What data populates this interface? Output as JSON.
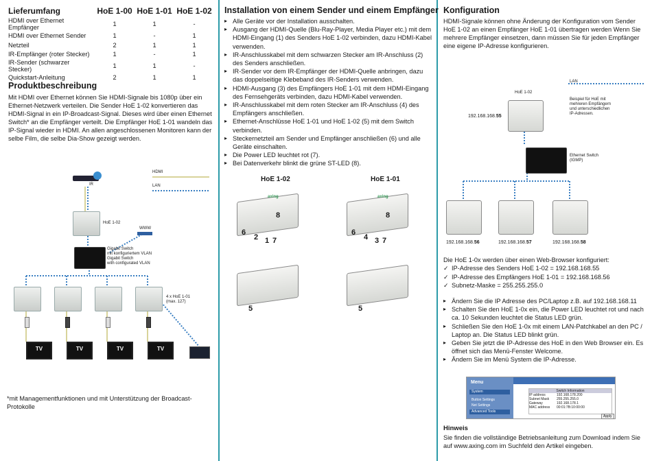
{
  "scope": {
    "heading": "Lieferumfang",
    "cols": [
      "HoE 1-00",
      "HoE 1-01",
      "HoE 1-02"
    ],
    "rows": [
      {
        "label": "HDMI over Ethernet Empfänger",
        "v": [
          "1",
          "1",
          "-"
        ]
      },
      {
        "label": "HDMI over Ethernet Sender",
        "v": [
          "1",
          "-",
          "1"
        ]
      },
      {
        "label": "Netzteil",
        "v": [
          "2",
          "1",
          "1"
        ]
      },
      {
        "label": "IR-Empfänger (roter Stecker)",
        "v": [
          "1",
          "-",
          "1"
        ]
      },
      {
        "label": "IR-Sender (schwarzer Stecker)",
        "v": [
          "1",
          "1",
          "-"
        ]
      },
      {
        "label": "Quickstart-Anleitung",
        "v": [
          "2",
          "1",
          "1"
        ]
      }
    ]
  },
  "product": {
    "heading": "Produktbeschreibung",
    "text": "Mit HDMI over Ethernet können Sie HDMI-Signale bis 1080p über ein Ethernet-Netzwerk verteilen. Die Sender HoE 1-02 konvertieren das HDMI-Signal in ein IP-Broadcast-Signal. Dieses wird über einen Ethernet Switch* an die Empfänger verteilt. Die Empfänger HoE 1-01 wandeln das IP-Signal wieder in HDMI. An allen angeschlossenen Monitoren kann der selbe Film, die selbe Dia-Show gezeigt werden."
  },
  "footnote": "*mit Managementfunktionen und mit Unterstützung der Broadcast-Protokolle",
  "diagram_left": {
    "legend_hdmi": "HDMI",
    "legend_lan": "LAN",
    "ir_label": "IR",
    "sender_label": "HoE 1-02",
    "www_label": "WWW",
    "switch_text_1": "Gigabit Switch",
    "switch_text_2": "mit konfiguriertem VLAN",
    "switch_text_3": "Gigabit Switch",
    "switch_text_4": "with configurated VLAN",
    "receivers_label_1": "4 x HoE 1-01",
    "receivers_label_2": "(max. 127)",
    "tv_label": "TV"
  },
  "install": {
    "heading": "Installation von einem Sender und einem Empfänger",
    "steps": [
      "Alle Geräte vor der Installation ausschalten.",
      "Ausgang der HDMI-Quelle (Blu-Ray-Player, Media Player etc.) mit dem HDMI-Eingang (1) des Senders HoE 1-02 verbinden, dazu HDMI-Kabel verwenden.",
      "IR-Anschlusskabel mit dem schwarzen Stecker am IR-Anschluss (2) des Senders anschließen.",
      "IR-Sender vor dem IR-Empfänger der HDMI-Quelle anbringen, dazu das doppelseitige Klebeband des IR-Senders verwenden.",
      "HDMI-Ausgang (3) des Empfängers HoE 1-01 mit dem HDMI-Eingang des Fernsehgeräts verbinden, dazu HDMI-Kabel verwenden.",
      "IR-Anschlusskabel mit dem roten Stecker am IR-Anschluss (4) des Empfängers anschließen.",
      "Ethernet-Anschlüsse HoE 1-01 und HoE 1-02 (5) mit dem Switch verbinden.",
      "Steckernetzteil am Sender und Empfänger anschließen (6) und alle Geräte einschalten.",
      "Die Power LED leuchtet rot (7).",
      "Bei Datenverkehr blinkt die grüne ST-LED (8)."
    ],
    "dev_left": "HoE 1-02",
    "dev_right": "HoE 1-01",
    "n_left_top": [
      "6",
      "2",
      "1",
      "7",
      "8"
    ],
    "n_right_top": [
      "6",
      "4",
      "3",
      "7",
      "8"
    ],
    "n5": "5",
    "brand": "axing"
  },
  "config": {
    "heading": "Konfiguration",
    "intro": "HDMI-Signale können ohne Änderung der Konfiguration vom Sender HoE 1-02 an einen Empfänger HoE 1-01 übertragen werden Wenn Sie mehrere Empfänger einsetzen, dann müssen Sie für jeden Empfänger eine eigene IP-Adresse konfigurieren.",
    "lan_label": "LAN",
    "sender_label": "HoE 1-02",
    "example_1": "Beispiel für HoE mit",
    "example_2": "mehreren Empfängern",
    "example_3": "und unterschiedlichen",
    "example_4": "IP-Adressen.",
    "switch_1": "Ethernet Switch",
    "switch_2": "(IGMP)",
    "ip_sender_pre": "192.168.168.",
    "ip_sender_end": "55",
    "ip_r1_end": "56",
    "ip_r2_end": "57",
    "ip_r3_end": "58",
    "browser_intro": "Die HoE 1-0x werden über einen Web-Browser konfiguriert:",
    "checks": [
      "IP-Adresse des Senders HoE 1-02 = 192.168.168.55",
      "IP-Adresse des Empfängers HoE 1-01 = 192.168.168.56",
      "Subnetz-Maske = 255.255.255.0"
    ],
    "steps": [
      "Ändern Sie die IP Adresse des PC/Laptop z.B. auf 192.168.168.11",
      "Schalten Sie den HoE 1-0x ein, die Power LED leuchtet rot und nach ca. 10 Sekunden leuchtet die Status LED grün.",
      "Schließen Sie den HoE 1-0x mit einem LAN-Patchkabel an den PC / Laptop an. Die Status LED blinkt grün.",
      "Geben Sie jetzt die IP-Adresse des HoE in den Web Browser ein. Es öffnet sich das Menü-Fenster Welcome.",
      "Ändern Sie im Menü System die IP-Adresse."
    ],
    "menu_title": "Menu",
    "menu_items": [
      "System",
      "Button Settings",
      "Net Settings",
      "Advanced Tools"
    ],
    "info_title": "Switch Information",
    "info_rows": [
      {
        "k": "IP address",
        "v": "192.168.178.200"
      },
      {
        "k": "Subnet Mask",
        "v": "255.255.255.0"
      },
      {
        "k": "Gateway",
        "v": "192.168.178.1"
      },
      {
        "k": "MAC address",
        "v": "00:01:7B:10:00:00"
      }
    ],
    "apply_label": "Apply",
    "note_heading": "Hinweis",
    "note_text": "Sie finden die vollständige Betriebsanleitung zum Download indem Sie auf www.axing.com im Suchfeld den Artikel eingeben."
  },
  "colors": {
    "accent": "#2b9aa8",
    "hdmi": "#d8d39a",
    "lan": "#3a7fc2"
  }
}
